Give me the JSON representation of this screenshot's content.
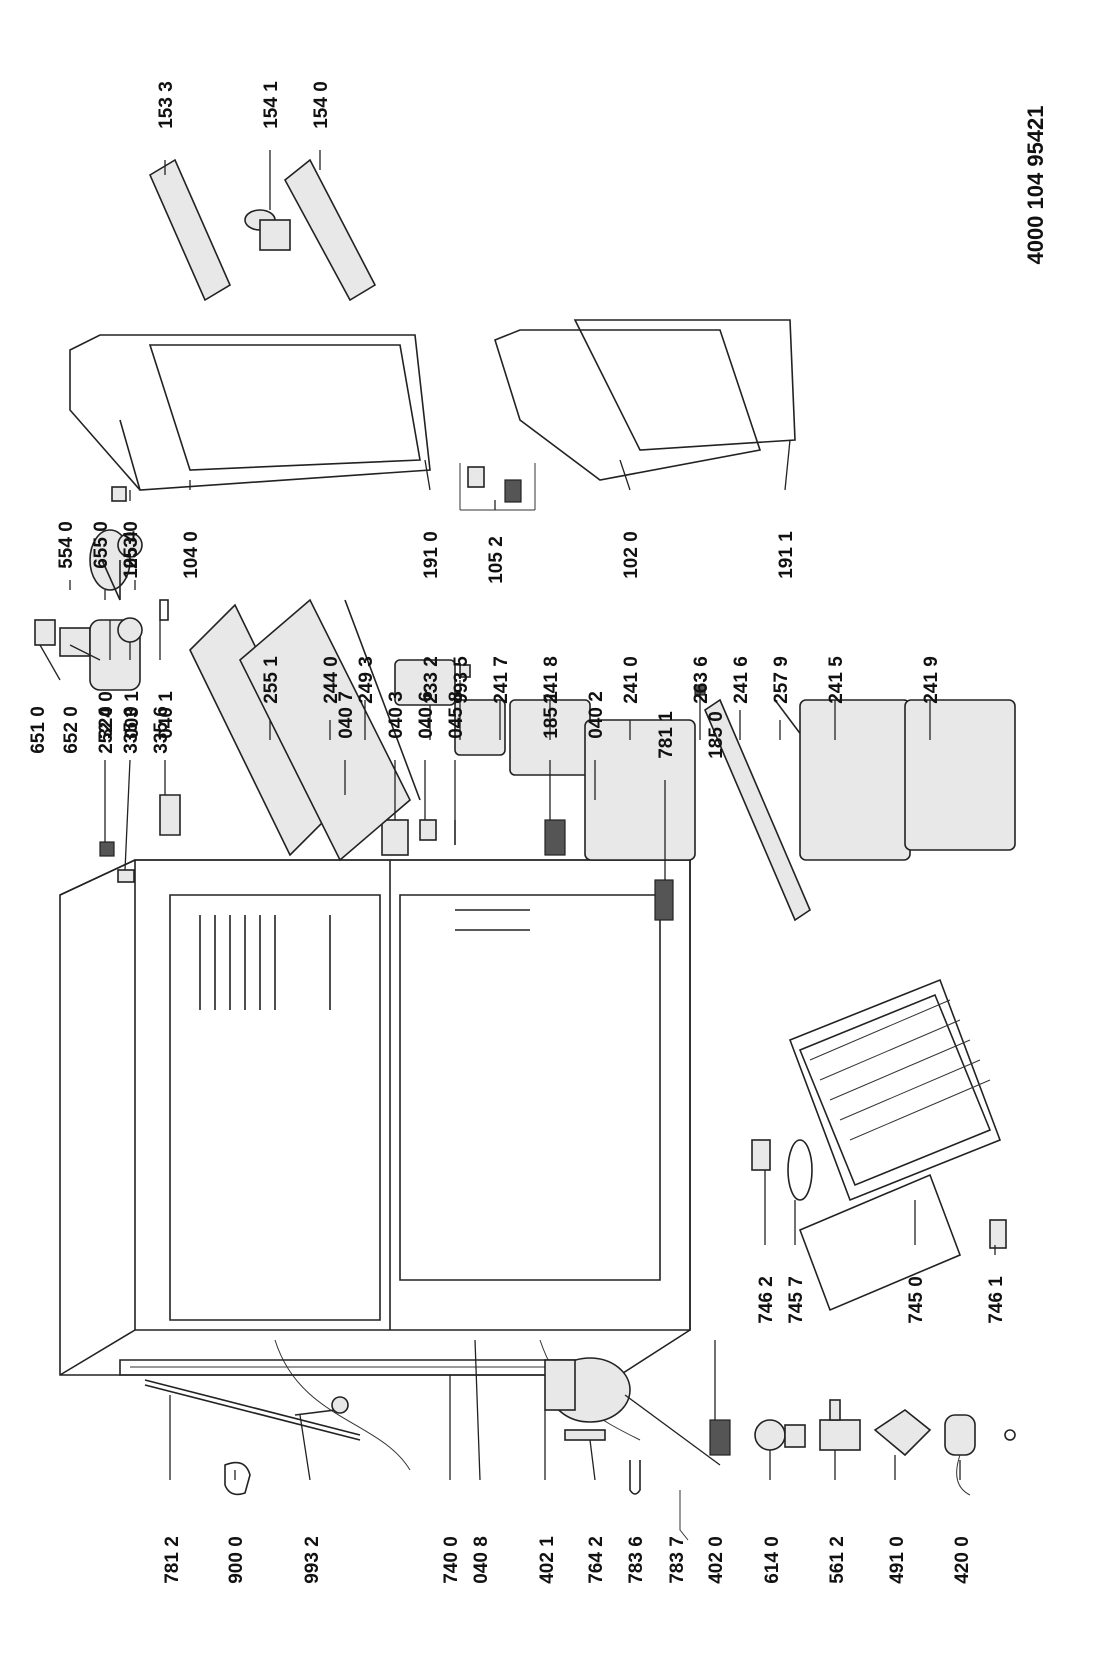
{
  "document_number": "4000 104 95421",
  "col_structure": [
    "781 2",
    "900 0",
    "993 2",
    "740 0",
    "040 8",
    "402 1",
    "764 2",
    "783 6",
    "783 7",
    "402 0"
  ],
  "col_electrical": [
    "614 0",
    "561 2",
    "491 0",
    "420 0"
  ],
  "col_cabinet_top": [
    "324 0",
    "003 1",
    "040 1"
  ],
  "col_hinges": [
    "040 7",
    "040 3",
    "040 6",
    "045 8",
    "185 1",
    "040 2",
    "781 1",
    "185 0"
  ],
  "col_rack": [
    "746 2",
    "745 7",
    "745 0",
    "746 1"
  ],
  "col_controls_left": [
    "651 0",
    "652 0",
    "252 0",
    "335 0",
    "335 6"
  ],
  "col_controls_right": [
    "554 0",
    "655 0",
    "253 0"
  ],
  "col_shelves": [
    "255 1",
    "244 0",
    "249 3",
    "233 2",
    "993 5",
    "241 7",
    "241 8",
    "241 0",
    "263 6",
    "241 6",
    "257 9",
    "241 5",
    "241 9"
  ],
  "col_doors": [
    "105 4",
    "104 0",
    "191 0",
    "105 2",
    "102 0",
    "191 1"
  ],
  "col_door_bins": [
    "153 3",
    "154 1",
    "154 0"
  ]
}
